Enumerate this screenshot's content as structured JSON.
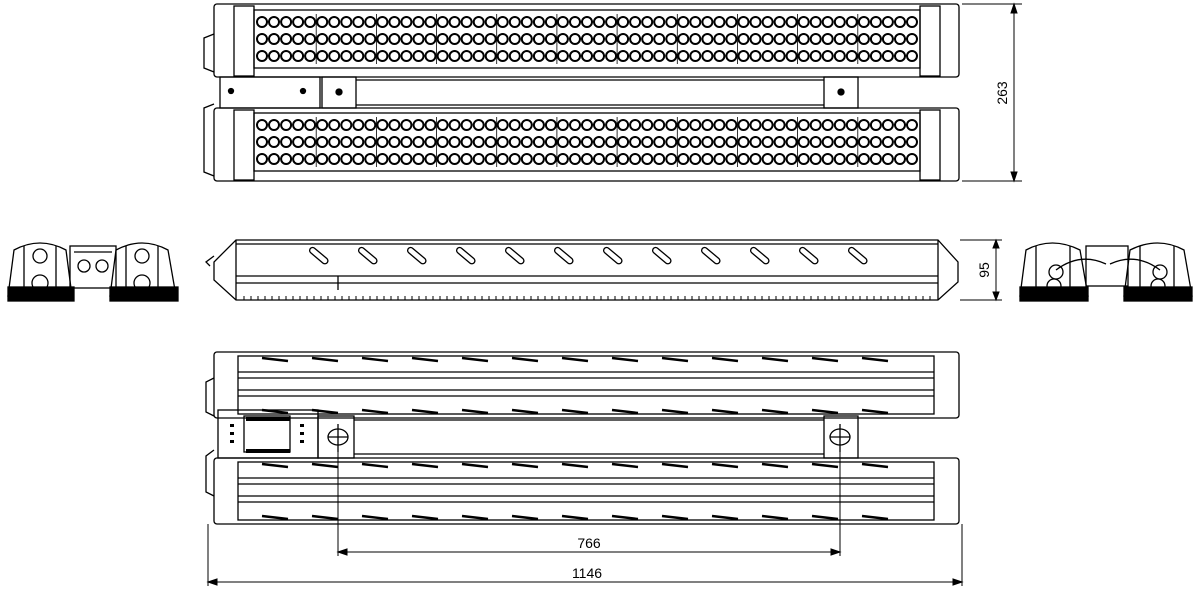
{
  "dimensions": {
    "top_depth": "263",
    "side_height": "95",
    "bracket_span": "766",
    "overall_length": "1146"
  },
  "views": {
    "top_view": {
      "led_rows": 3,
      "led_columns": 55
    },
    "front_view": {
      "slots": 12
    },
    "bottom_view": {
      "fins": 13
    }
  },
  "colors": {
    "line": "#000000",
    "background": "#ffffff"
  }
}
